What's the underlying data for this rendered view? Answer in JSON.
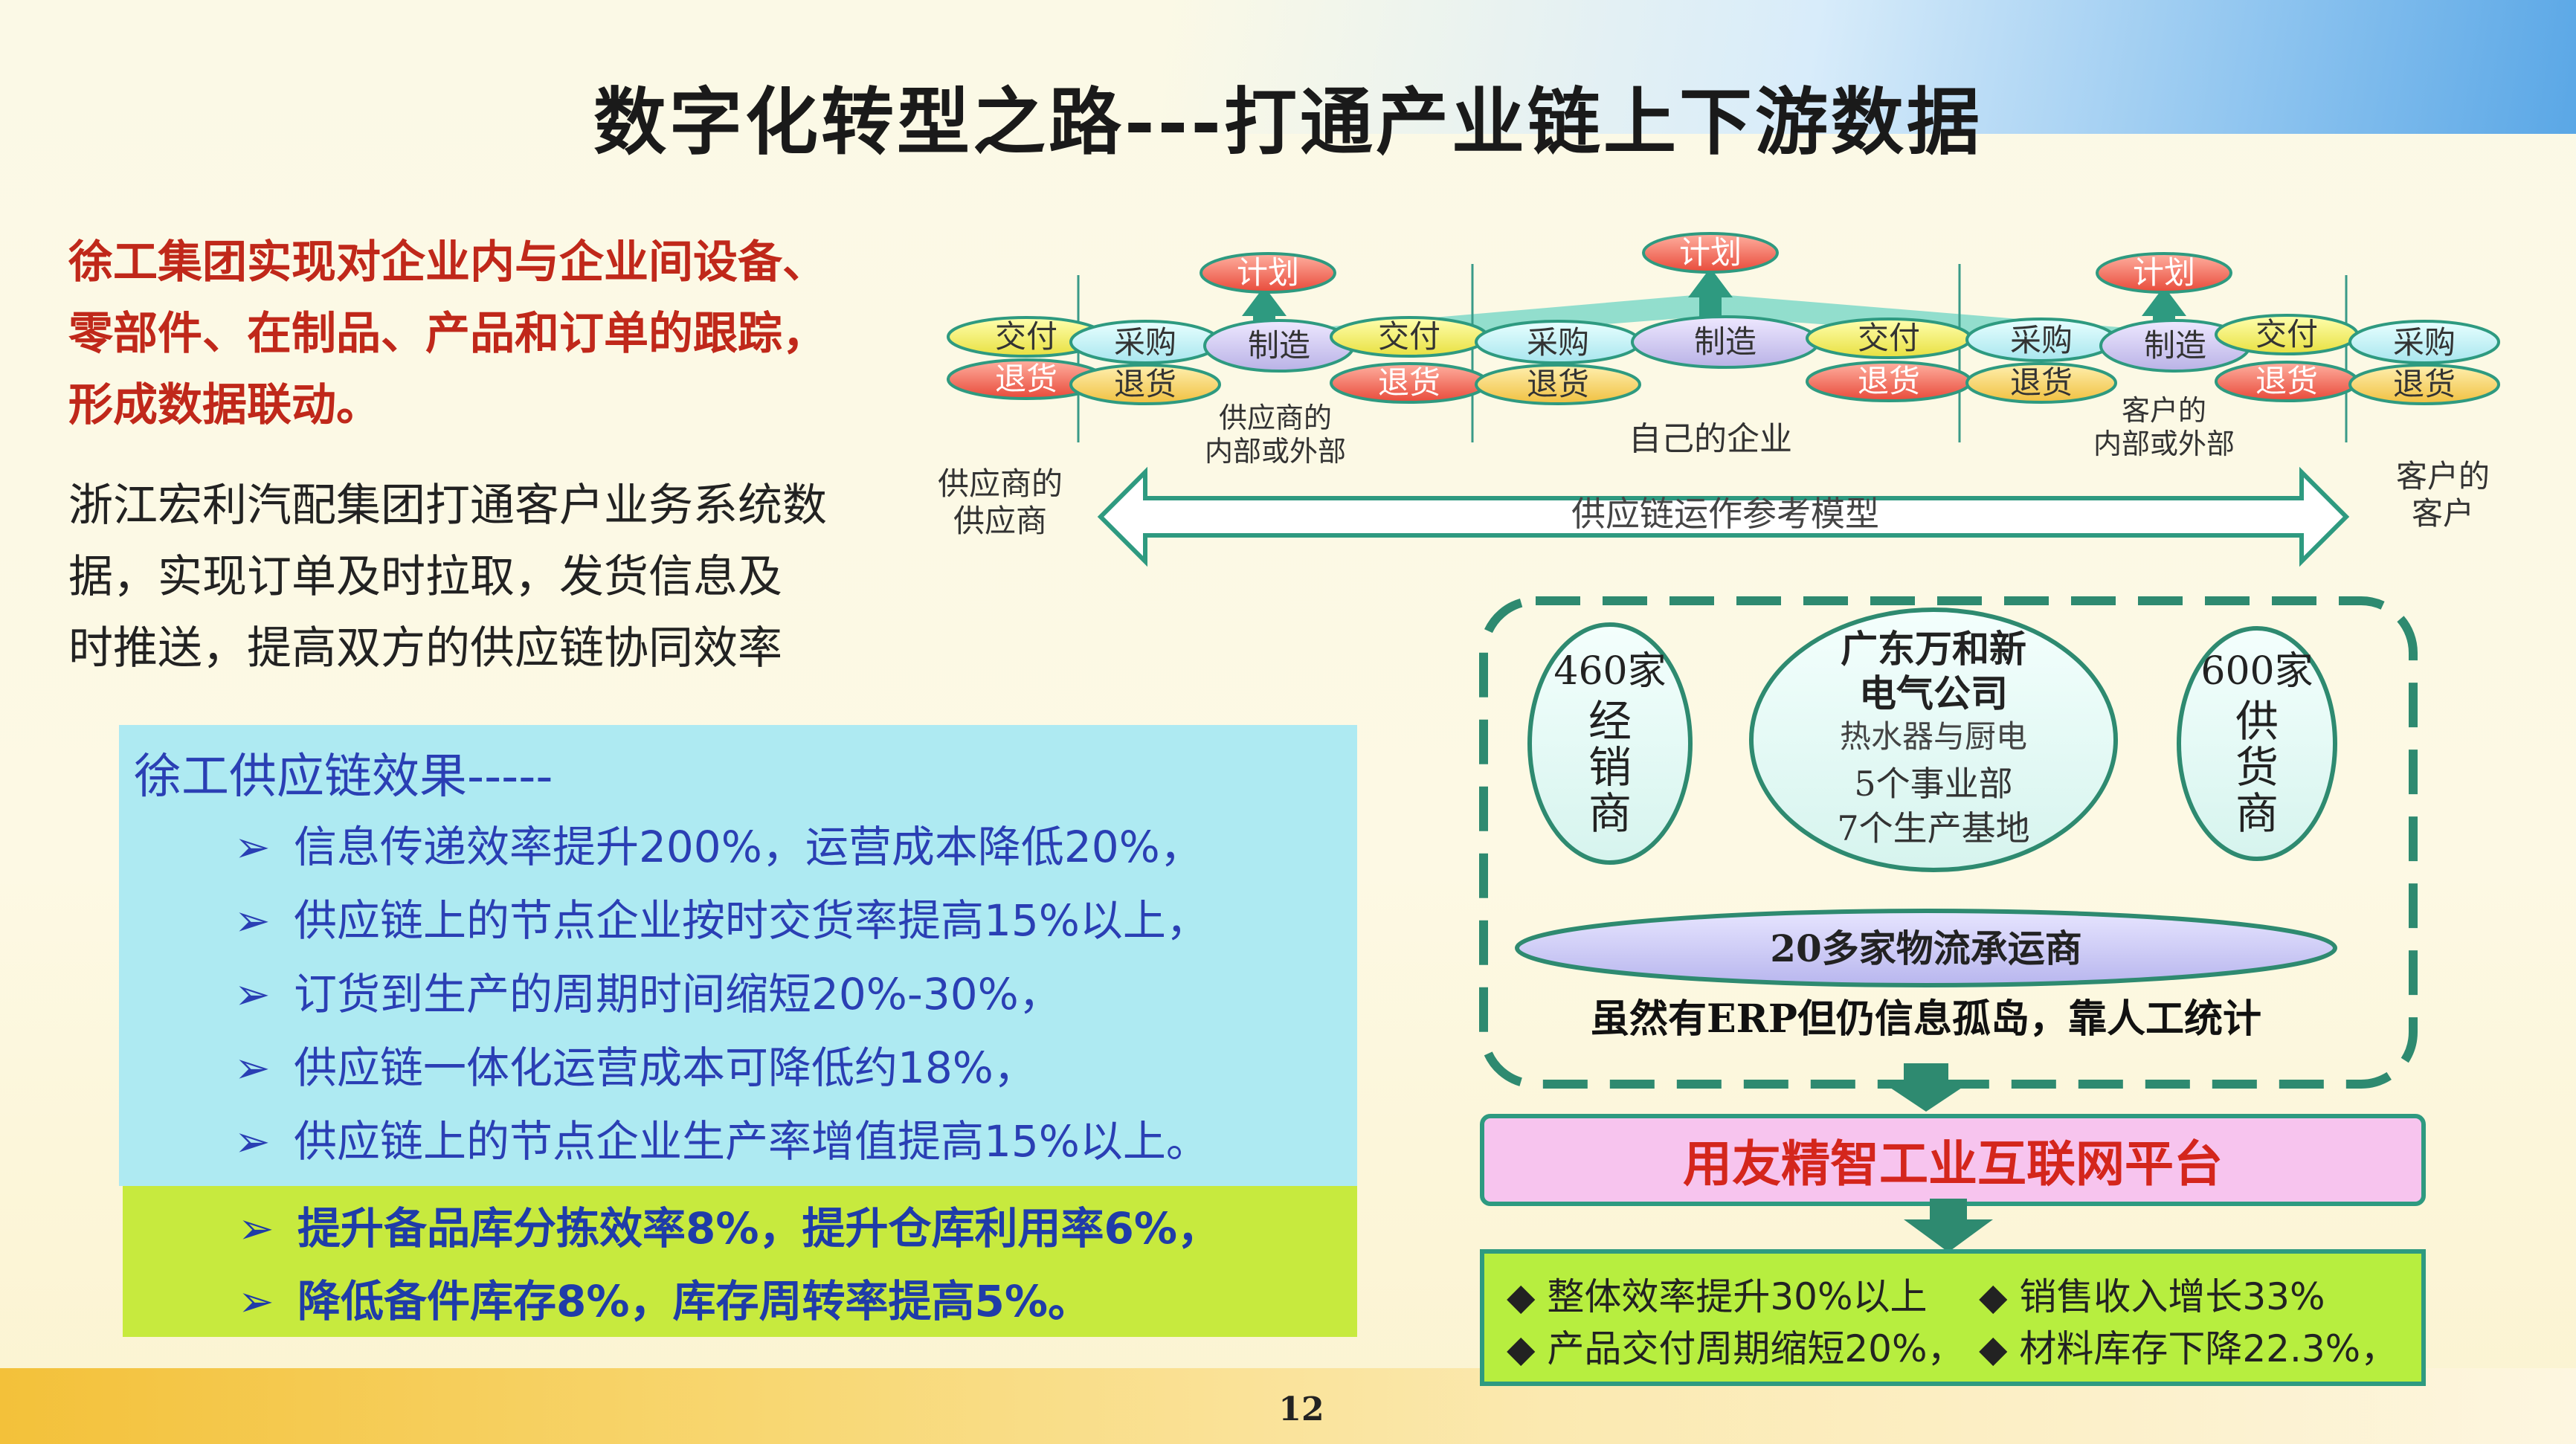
{
  "title": "数字化转型之路---打通产业链上下游数据",
  "left": {
    "xcmg_text": [
      "徐工集团实现对企业内与企业间设备、",
      "零部件、在制品、产品和订单的跟踪，",
      "形成数据联动。"
    ],
    "hongli_text": [
      "浙江宏利汽配集团打通客户业务系统数",
      "据，实现订单及时拉取，发货信息及",
      "时推送，提高双方的供应链协同效率"
    ]
  },
  "effects": {
    "heading": "徐工供应链效果-----",
    "items": [
      "信息传递效率提升200%，运营成本降低20%，",
      "供应链上的节点企业按时交货率提高15%以上，",
      "订货到生产的周期时间缩短20%-30%，",
      "供应链一体化运营成本可降低约18%，",
      "供应链上的节点企业生产率增值提高15%以上。"
    ],
    "green_items": [
      "提升备品库分拣效率8%，提升仓库利用率6%，",
      "降低备件库存8%，库存周转率提高5%。"
    ]
  },
  "scor": {
    "plan": "计划",
    "deliver": "交付",
    "return": "退货",
    "source": "采购",
    "make": "制造",
    "supplier_label": [
      "供应商的",
      "内部或外部"
    ],
    "own_label": "自己的企业",
    "customer_label": [
      "客户的",
      "内部或外部"
    ],
    "supplier_supplier": [
      "供应商的",
      "供应商"
    ],
    "customer_customer": [
      "客户的",
      "客户"
    ],
    "model_label": "供应链运作参考模型"
  },
  "company": {
    "dealers_count": "460家",
    "dealers": "经销商",
    "suppliers_count": "600家",
    "suppliers": "供货商",
    "name_lines": [
      "广东万和新",
      "电气公司"
    ],
    "products": "热水器与厨电",
    "divisions": "5个事业部",
    "bases": "7个生产基地",
    "logistics": "20多家物流承运商",
    "erp_note": "虽然有ERP但仍信息孤岛，靠人工统计"
  },
  "platform": "用友精智工业互联网平台",
  "results": [
    "整体效率提升30%以上",
    "销售收入增长33%",
    "产品交付周期缩短20%，",
    "材料库存下降22.3%，"
  ],
  "page_number": "12",
  "colors": {
    "title": "#1a1a1a",
    "red_text": "#c0281a",
    "effects_blue": "#2a3fb4",
    "panel_cyan": "#aeeaf2",
    "panel_lime": "#c7ea3e",
    "teal": "#2e9a80",
    "platform_pink": "#f7c4ee"
  }
}
